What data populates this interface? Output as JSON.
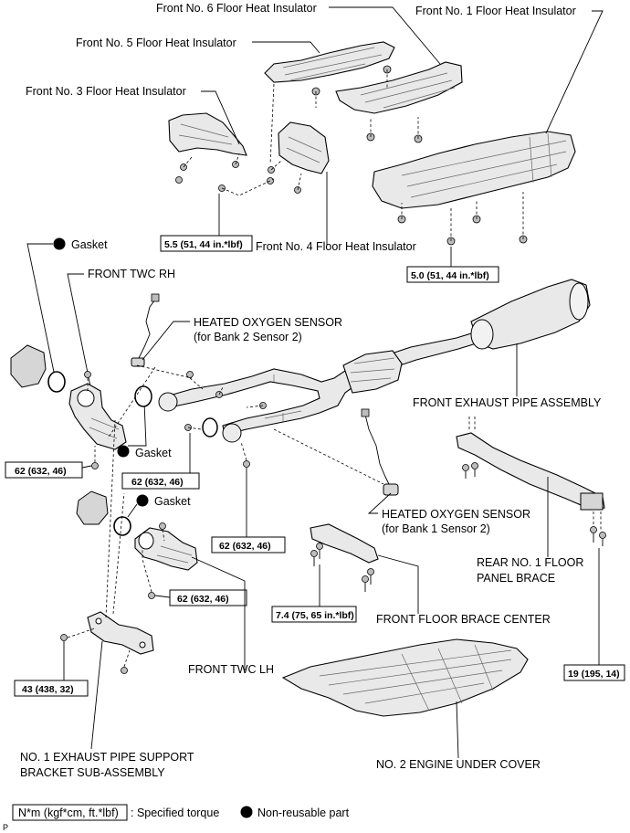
{
  "labels": {
    "front_no6": "Front No. 6 Floor Heat Insulator",
    "front_no1": "Front No. 1 Floor Heat Insulator",
    "front_no5": "Front No. 5 Floor Heat Insulator",
    "front_no3": "Front No. 3 Floor Heat Insulator",
    "front_no4": "Front No. 4 Floor Heat Insulator",
    "gasket_1": "Gasket",
    "front_twc_rh": "FRONT TWC RH",
    "hos_bank2_line1": "HEATED OXYGEN SENSOR",
    "hos_bank2_line2": "(for Bank 2 Sensor 2)",
    "front_exhaust_pipe": "FRONT EXHAUST PIPE ASSEMBLY",
    "gasket_2": "Gasket",
    "gasket_3": "Gasket",
    "hos_bank1_line1": "HEATED OXYGEN SENSOR",
    "hos_bank1_line2": "(for Bank 1 Sensor 2)",
    "rear_brace_line1": "REAR NO. 1 FLOOR",
    "rear_brace_line2": "PANEL BRACE",
    "front_floor_brace": "FRONT FLOOR BRACE CENTER",
    "front_twc_lh": "FRONT TWC LH",
    "support_bracket_line1": "NO. 1 EXHAUST PIPE SUPPORT",
    "support_bracket_line2": "BRACKET SUB-ASSEMBLY",
    "engine_under_cover": "NO. 2 ENGINE UNDER COVER"
  },
  "torques": {
    "t_5_5": "5.5 (51, 44 in.*lbf)",
    "t_5_0": "5.0 (51, 44 in.*lbf)",
    "t_62_a": "62 (632, 46)",
    "t_62_b": "62 (632, 46)",
    "t_62_c": "62 (632, 46)",
    "t_62_d": "62 (632, 46)",
    "t_7_4": "7.4 (75, 65 in.*lbf)",
    "t_19": "19 (195, 14)",
    "t_43": "43 (438, 32)"
  },
  "legend": {
    "torque_unit": "N*m (kgf*cm, ft.*lbf)",
    "torque_text": ": Specified torque",
    "nonreusable_text": "Non-reusable part"
  },
  "corner_mark": "P"
}
